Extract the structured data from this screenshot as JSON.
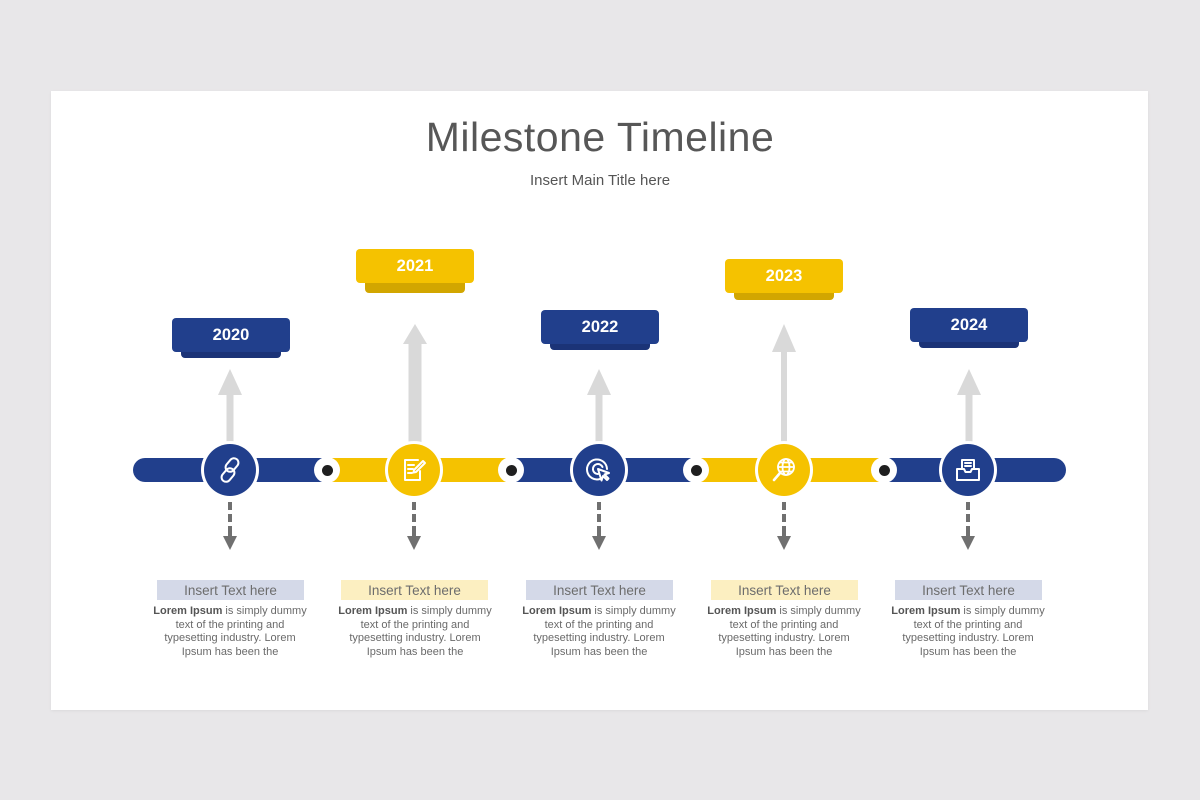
{
  "title": "Milestone Timeline",
  "subtitle": "Insert Main Title here",
  "colors": {
    "blue": "#213f8c",
    "blue_dark": "#1b3377",
    "yellow": "#f5c200",
    "yellow_dark": "#d2a600",
    "arrow_gray": "#d9d9d9",
    "dash_gray": "#707070",
    "label_blue": "#d4d9e8",
    "label_yellow": "#fcefc1"
  },
  "milestones": [
    {
      "year": "2020",
      "icon": "link-icon",
      "label": "Insert Text here",
      "desc_bold": "Lorem Ipsum",
      "desc_line1": " is simply dummy",
      "desc_line2": "text of the printing and",
      "desc_line3": "typesetting industry. Lorem",
      "desc_line4": "Ipsum has been the"
    },
    {
      "year": "2021",
      "icon": "document-edit-icon",
      "label": "Insert Text here",
      "desc_bold": "Lorem Ipsum",
      "desc_line1": " is simply dummy",
      "desc_line2": "text of the printing and",
      "desc_line3": "typesetting industry. Lorem",
      "desc_line4": "Ipsum has been the"
    },
    {
      "year": "2022",
      "icon": "target-click-icon",
      "label": "Insert Text here",
      "desc_bold": "Lorem Ipsum",
      "desc_line1": " is simply dummy",
      "desc_line2": "text of the printing and",
      "desc_line3": "typesetting industry. Lorem",
      "desc_line4": "Ipsum has been the"
    },
    {
      "year": "2023",
      "icon": "globe-search-icon",
      "label": "Insert Text here",
      "desc_bold": "Lorem Ipsum",
      "desc_line1": " is simply dummy",
      "desc_line2": "text of the printing and",
      "desc_line3": "typesetting industry. Lorem",
      "desc_line4": "Ipsum has been the"
    },
    {
      "year": "2024",
      "icon": "inbox-tray-icon",
      "label": "Insert Text here",
      "desc_bold": "Lorem Ipsum",
      "desc_line1": " is simply dummy",
      "desc_line2": "text of the printing and",
      "desc_line3": "typesetting industry. Lorem",
      "desc_line4": "Ipsum has been the"
    }
  ]
}
